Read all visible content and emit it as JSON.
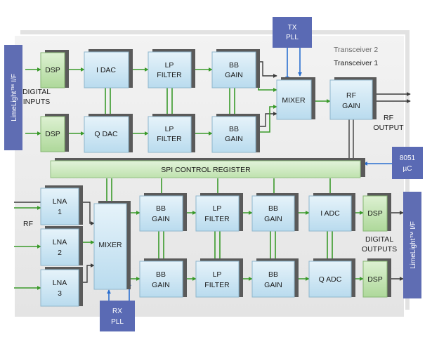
{
  "colors": {
    "block_fill": "#cfe6f3",
    "block_edge": "#8fb6cc",
    "dsp_fill": "#c6e5b5",
    "shadow": "#5a5a5a",
    "interface_fill": "#5f6db3",
    "pll_fill": "#5a6ab4",
    "spi_fill": "#cde9c1",
    "green_wire": "#3a9a2a",
    "blue_wire": "#2a6fd0",
    "dark_wire": "#3c3c3c",
    "panel_fill": "#ececec"
  },
  "labels": {
    "transceiver2": "Transceiver 2",
    "transceiver1": "Transceiver 1",
    "digital_inputs": [
      "DIGITAL",
      "INPUTS"
    ],
    "digital_outputs": [
      "DIGITAL",
      "OUTPUTS"
    ],
    "rf_output": [
      "RF",
      "OUTPUT"
    ],
    "rf_input": "RF",
    "limelight_left": "LimeLight™ I/F",
    "limelight_right": "LimeLight™ I/F",
    "spi": "SPI CONTROL REGISTER",
    "tx_pll": [
      "TX",
      "PLL"
    ],
    "rx_pll": [
      "RX",
      "PLL"
    ],
    "uc": [
      "8051",
      "µC"
    ]
  },
  "tx_top": {
    "dsp": [
      "DSP"
    ],
    "dac": [
      "I DAC"
    ],
    "lpf": [
      "LP",
      "FILTER"
    ],
    "bb": [
      "BB",
      "GAIN"
    ]
  },
  "tx_bottom": {
    "dsp": [
      "DSP"
    ],
    "dac": [
      "Q DAC"
    ],
    "lpf": [
      "LP",
      "FILTER"
    ],
    "bb": [
      "BB",
      "GAIN"
    ]
  },
  "tx_mixer": [
    "MIXER"
  ],
  "rf_gain": [
    "RF",
    "GAIN"
  ],
  "lna": [
    [
      "LNA",
      "1"
    ],
    [
      "LNA",
      "2"
    ],
    [
      "LNA",
      "3"
    ]
  ],
  "rx_mixer": [
    "MIXER"
  ],
  "rx_top": {
    "bb1": [
      "BB",
      "GAIN"
    ],
    "lpf": [
      "LP",
      "FILTER"
    ],
    "bb2": [
      "BB",
      "GAIN"
    ],
    "adc": [
      "I ADC"
    ],
    "dsp": [
      "DSP"
    ]
  },
  "rx_bottom": {
    "bb1": [
      "BB",
      "GAIN"
    ],
    "lpf": [
      "LP",
      "FILTER"
    ],
    "bb2": [
      "BB",
      "GAIN"
    ],
    "adc": [
      "Q ADC"
    ],
    "dsp": [
      "DSP"
    ]
  }
}
